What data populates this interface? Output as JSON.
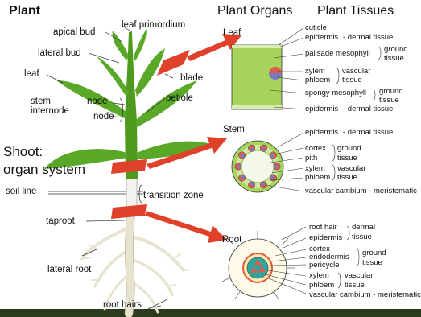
{
  "headings": {
    "plant": "Plant",
    "plant_organs": "Plant Organs",
    "plant_tissues": "Plant Tissues"
  },
  "plant_labels": {
    "apical_bud": "apical bud",
    "leaf_primordium": "leaf primordium",
    "lateral_bud": "lateral bud",
    "leaf": "leaf",
    "blade": "blade",
    "node_upper": "node",
    "node_lower": "node",
    "petiole": "petiole",
    "stem": "stem",
    "internode": "internode",
    "shoot_line1": "Shoot:",
    "shoot_line2": "organ system",
    "soil_line": "soil line",
    "transition_zone": "transition zone",
    "taproot": "taproot",
    "lateral_root": "lateral root",
    "root_hairs": "root hairs"
  },
  "organs": {
    "leaf": "Leaf",
    "stem": "Stem",
    "root": "Root"
  },
  "leaf_tissues": {
    "cuticle": "cuticle",
    "epidermis_top": "epidermis",
    "dermal_top": "- dermal tissue",
    "palisade": "palisade mesophyll",
    "ground1_a": "ground",
    "ground1_b": "tissue",
    "xylem": "xylem",
    "phloem": "phloem",
    "vascular_a": "vascular",
    "vascular_b": "tissue",
    "spongy": "spongy mesophyll",
    "ground2_a": "ground",
    "ground2_b": "tissue",
    "epidermis_bottom": "epidermis",
    "dermal_bottom": "- dermal tissue"
  },
  "stem_tissues": {
    "epidermis": "epidermis",
    "dermal": "- dermal tissue",
    "cortex": "cortex",
    "pith": "pith",
    "ground_a": "ground",
    "ground_b": "tissue",
    "xylem": "xylem",
    "phloem": "phloem",
    "vascular_a": "vascular",
    "vascular_b": "tissue",
    "cambium": "vascular cambium - meristematic"
  },
  "root_tissues": {
    "root_hair": "root hair",
    "epidermis": "epidermis",
    "dermal_a": "dermal",
    "dermal_b": "tissue",
    "cortex": "cortex",
    "endodermis": "endodermis",
    "pericycle": "pericycle",
    "ground_a": "ground",
    "ground_b": "tissue",
    "xylem": "xylem",
    "phloem": "phloem",
    "vascular_a": "vascular",
    "vascular_b": "tissue",
    "cambium": "vascular cambium - meristematic"
  },
  "colors": {
    "leaf_green": "#5aa828",
    "stem_green": "#4e9a1e",
    "arrow_red": "#e0412a",
    "cut_red": "#e0412a",
    "root_tan": "#e8e3cf",
    "tissue_green": "#a7d45c"
  }
}
